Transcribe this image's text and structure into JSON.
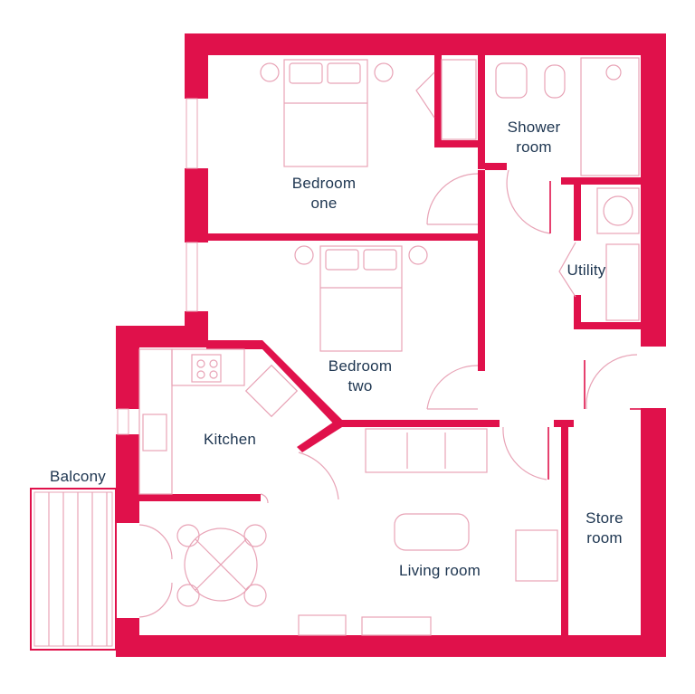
{
  "plan": {
    "accent": "#e0114b",
    "label_color": "#1d3550",
    "rooms": {
      "bedroom_one": [
        "Bedroom",
        "one"
      ],
      "bedroom_two": [
        "Bedroom",
        "two"
      ],
      "shower_room": [
        "Shower",
        "room"
      ],
      "utility": "Utility",
      "kitchen": "Kitchen",
      "balcony": "Balcony",
      "living_room": "Living room",
      "store_room": [
        "Store",
        "room"
      ]
    }
  }
}
